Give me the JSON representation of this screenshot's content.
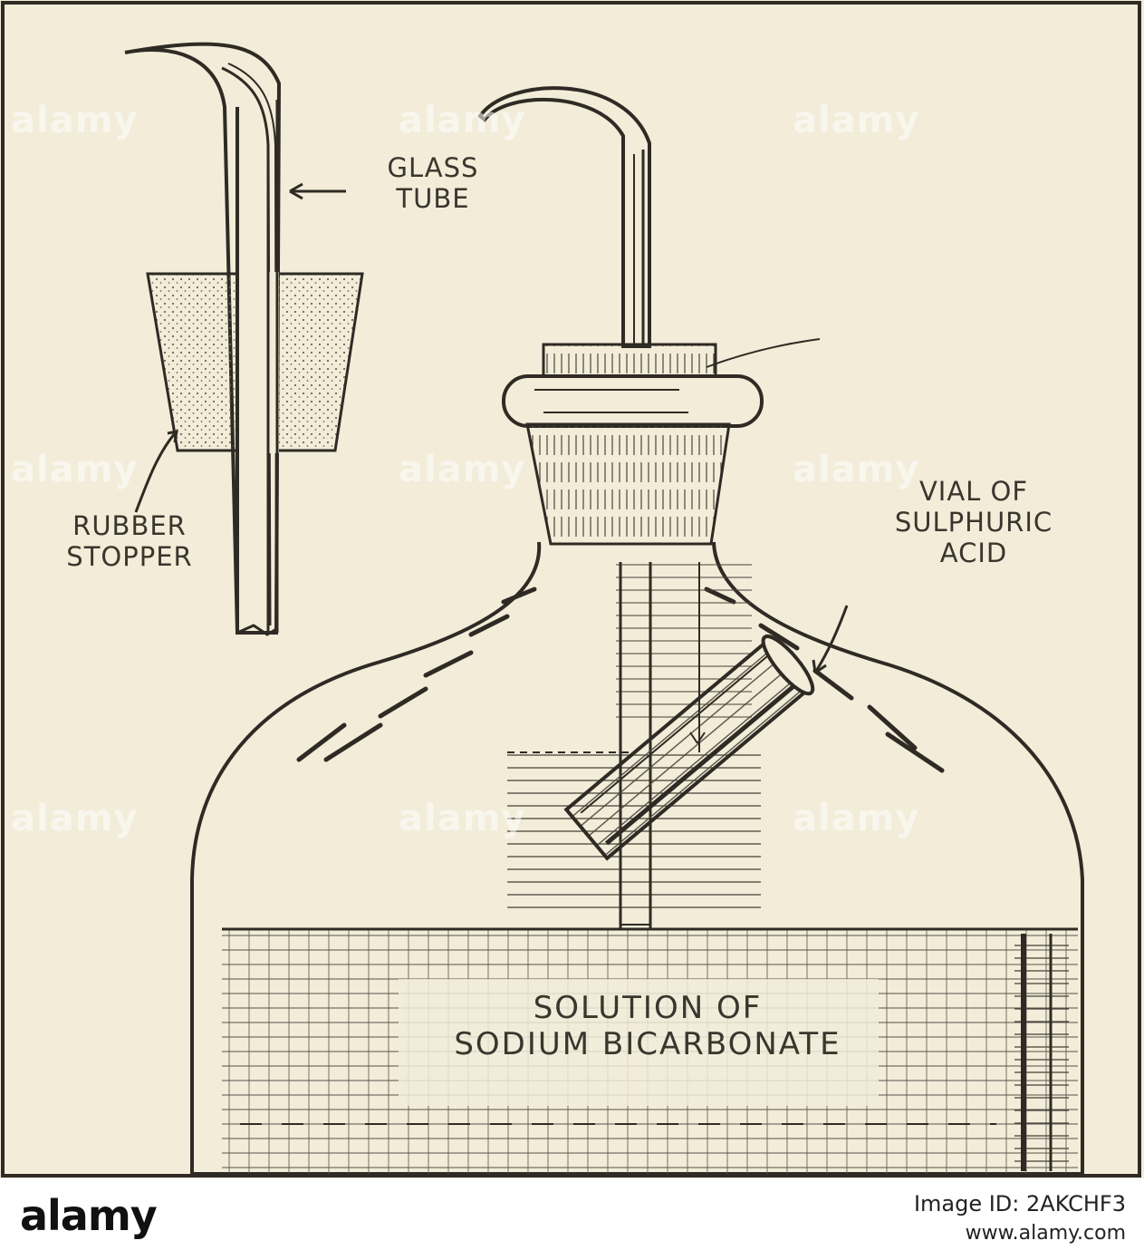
{
  "labels": {
    "glass_tube": [
      "GLASS",
      "TUBE"
    ],
    "rubber_stopper": [
      "RUBBER",
      "STOPPER"
    ],
    "vial": [
      "VIAL OF",
      "SULPHURIC",
      "ACID"
    ],
    "solution": [
      "SOLUTION OF",
      "SODIUM BICARBONATE"
    ]
  },
  "watermark": "alamy",
  "footer": {
    "logo": "alamy",
    "image_id": "Image ID: 2AKCHF3",
    "url": "www.alamy.com"
  }
}
